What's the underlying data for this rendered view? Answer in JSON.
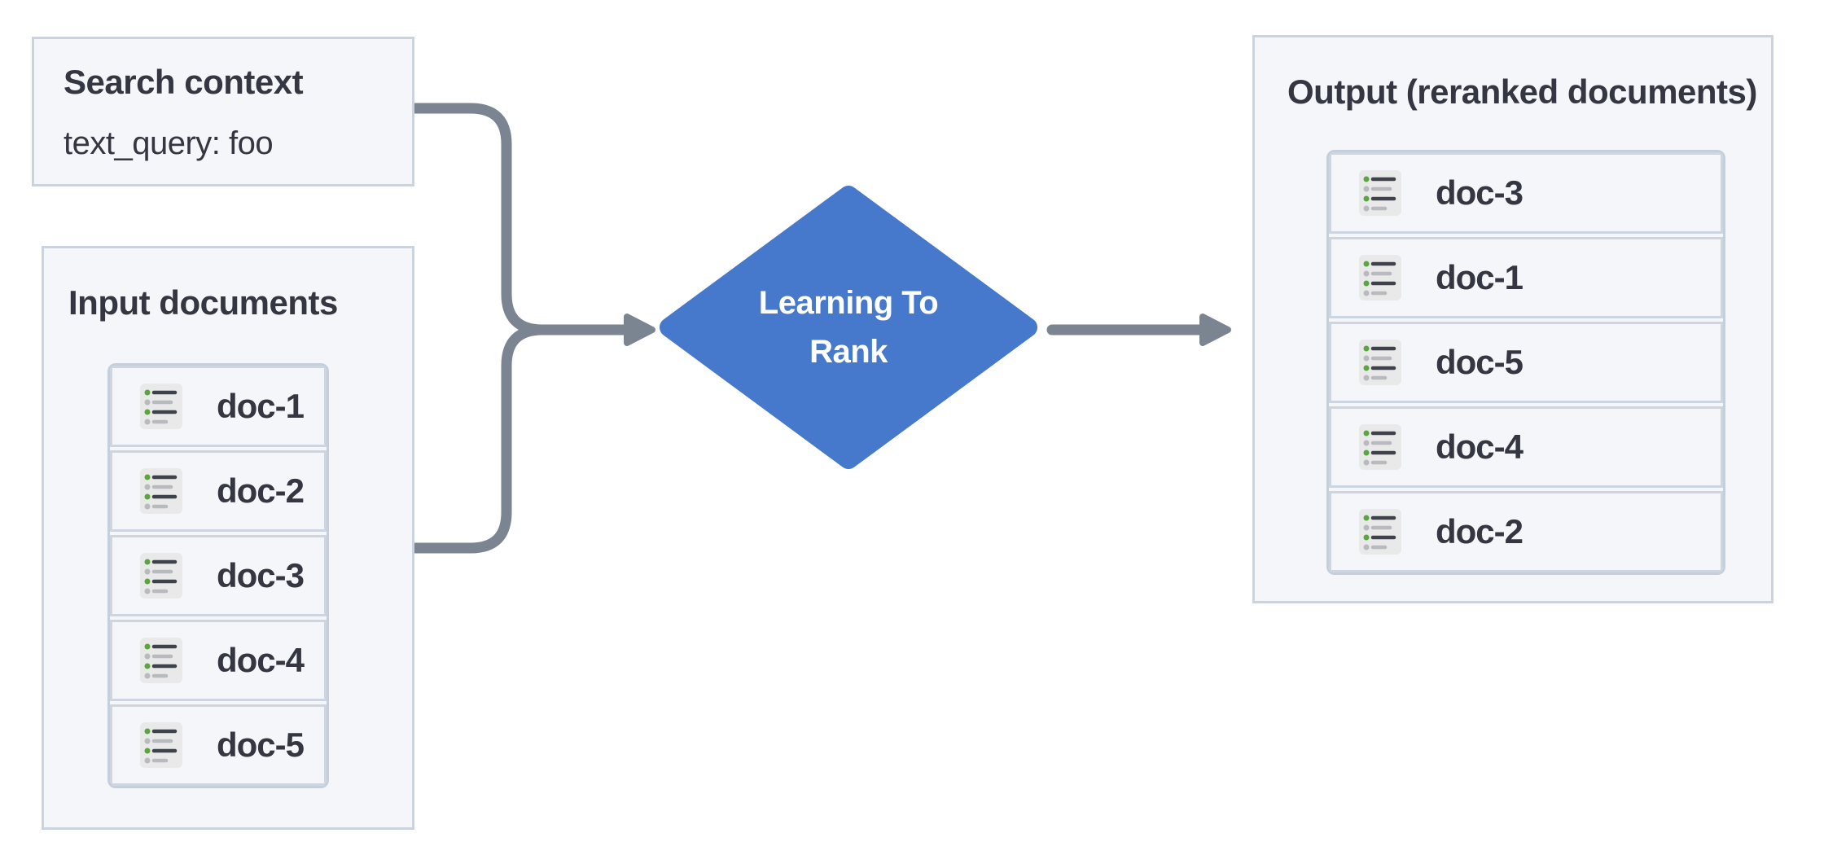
{
  "search_context": {
    "title": "Search context",
    "query": "text_query: foo"
  },
  "input_documents": {
    "title": "Input documents",
    "docs": [
      "doc-1",
      "doc-2",
      "doc-3",
      "doc-4",
      "doc-5"
    ]
  },
  "diamond": {
    "label": "Learning To Rank"
  },
  "output_documents": {
    "title": "Output (reranked documents)",
    "docs": [
      "doc-3",
      "doc-1",
      "doc-5",
      "doc-4",
      "doc-2"
    ]
  },
  "colors": {
    "diamond_fill": "#4678cc",
    "connector": "#7b8592",
    "box_background": "#f4f6f9",
    "box_border": "#cad3de",
    "text": "#343741",
    "icon_background": "#e9e9ea",
    "icon_line_dark": "#3e434b",
    "icon_line_light": "#b9babd",
    "icon_bullet_green": "#5aa63e"
  }
}
